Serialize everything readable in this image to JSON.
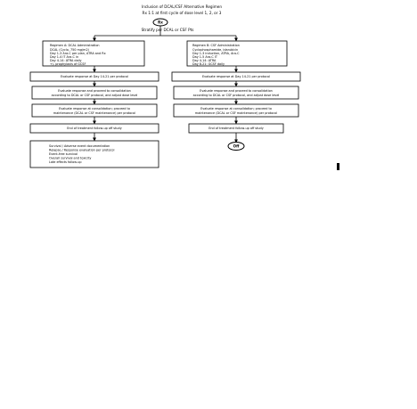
{
  "header": {
    "line1": "Inclusion of DCAL/CSF Alternative Regimen",
    "line2": "Rx 1:1 at first cycle of dose level 1, 2, or 3"
  },
  "top_node": "Rx",
  "branch_caption": "Stratify per DCAL or CSF Pts",
  "colors": {
    "stroke": "#000000",
    "fill": "#ffffff",
    "marker": "#000000"
  },
  "left_branch": {
    "title": "Regimen A: DCAL Administration",
    "title_lines": [
      "DCAL (Cyclo, 750 mg/m2)",
      "Day 1-3 Ara-C per plan, ATRA and Rx",
      "Day 1-4 IT Ara-C in",
      "Day 4-14: ATRA daily",
      "+/- prophylaxis of GCSF"
    ],
    "step1": "Evaluate response at Day 14-21 per protocol",
    "step2_lines": [
      "Evaluate response and proceed to consolidation",
      "according to DCAL or CSF protocol, and adjust dose level"
    ],
    "step3_lines": [
      "Evaluate response at consolidation; proceed to",
      "maintenance (DCAL or CSF maintenance) per protocol"
    ],
    "step4": "End of treatment follow-up off study"
  },
  "right_branch": {
    "title": "Regimen B: CSF Administration",
    "title_lines": [
      "Cyclophosphamide, idarubicin",
      "Day 1-3 induction, ATRA, Ara-C",
      "Day 1-5 Ara-C IT",
      "Day 4-14: ATRA",
      "Day 8-21: GCSF daily"
    ],
    "step1": "Evaluate response at Day 14-21 per protocol",
    "step2_lines": [
      "Evaluate response and proceed to consolidation",
      "according to DCAL or CSF protocol, and adjust dose level"
    ],
    "step3_lines": [
      "Evaluate response at consolidation; proceed to",
      "maintenance (DCAL or CSF maintenance) per protocol"
    ],
    "step4": "End of treatment follow-up off study",
    "end_node": "Off"
  },
  "outcomes": {
    "lines": [
      "Survival / Adverse event documentation",
      "Relapse / Response evaluation per protocol",
      "Event-free survival",
      "Overall survival and toxicity",
      "Late effects follow-up"
    ]
  }
}
